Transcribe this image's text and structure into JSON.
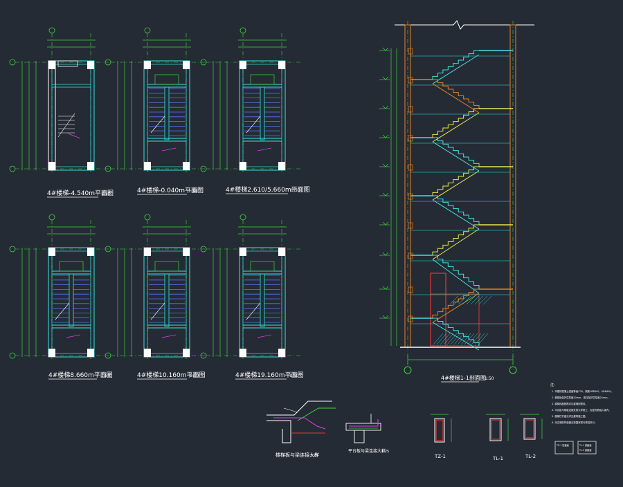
{
  "colors": {
    "background": "#252b35",
    "structure": "#33e6e6",
    "dimension": "#3dd63d",
    "stair_tread": "#5577ee",
    "annotation": "#e040e0",
    "text": "#ffffff",
    "stair_section_orange": "#e8821e",
    "stair_section_yellow": "#e8e84a",
    "stair_section_cyan": "#44e0e0",
    "hatch": "#e03a3a"
  },
  "plans": [
    {
      "title": "4#楼梯-4.540m平面图",
      "scale": "1:50"
    },
    {
      "title": "4#楼梯-0.040m平面图",
      "scale": "1:50"
    },
    {
      "title": "4#楼梯2.610/5.660m平面图",
      "scale": "1:50"
    },
    {
      "title": "4#楼梯8.660m平面图",
      "scale": "1:50"
    },
    {
      "title": "4#楼梯10.160m平面图",
      "scale": "1:50"
    },
    {
      "title": "4#楼梯19.160m平面图",
      "scale": "1:50"
    }
  ],
  "section": {
    "title": "4#楼梯1-1剖面图",
    "scale": "1:50"
  },
  "details": [
    {
      "title": "楼梯板与梁连接大样",
      "scale": "1:25"
    },
    {
      "title": "平台板与梁连接大样",
      "scale": "1:25"
    }
  ],
  "column_sections": [
    {
      "label": "TZ-1"
    },
    {
      "label": "TL-1"
    },
    {
      "label": "TL-2"
    }
  ],
  "notes": {
    "heading": "注:",
    "items": [
      "1. 本楼梯混凝土强度等级C30，钢筋HPB300、HRB400。",
      "2. 楼梯板保护层厚度20mm，梁柱保护层厚度25mm。",
      "3. 楼梯梯板配筋详见楼梯配筋表。",
      "4. 平台板与梯板连接处按大样施工，支座负筋锚入梁内。",
      "5. 楼梯栏杆做法详见建筑施工图。",
      "6. 未注明的构造做法按国家现行规范执行。"
    ]
  },
  "legend": {
    "items": [
      "TZ-1 柱截面",
      "TL-1 梁截面",
      "TL-2 梁截面"
    ]
  }
}
